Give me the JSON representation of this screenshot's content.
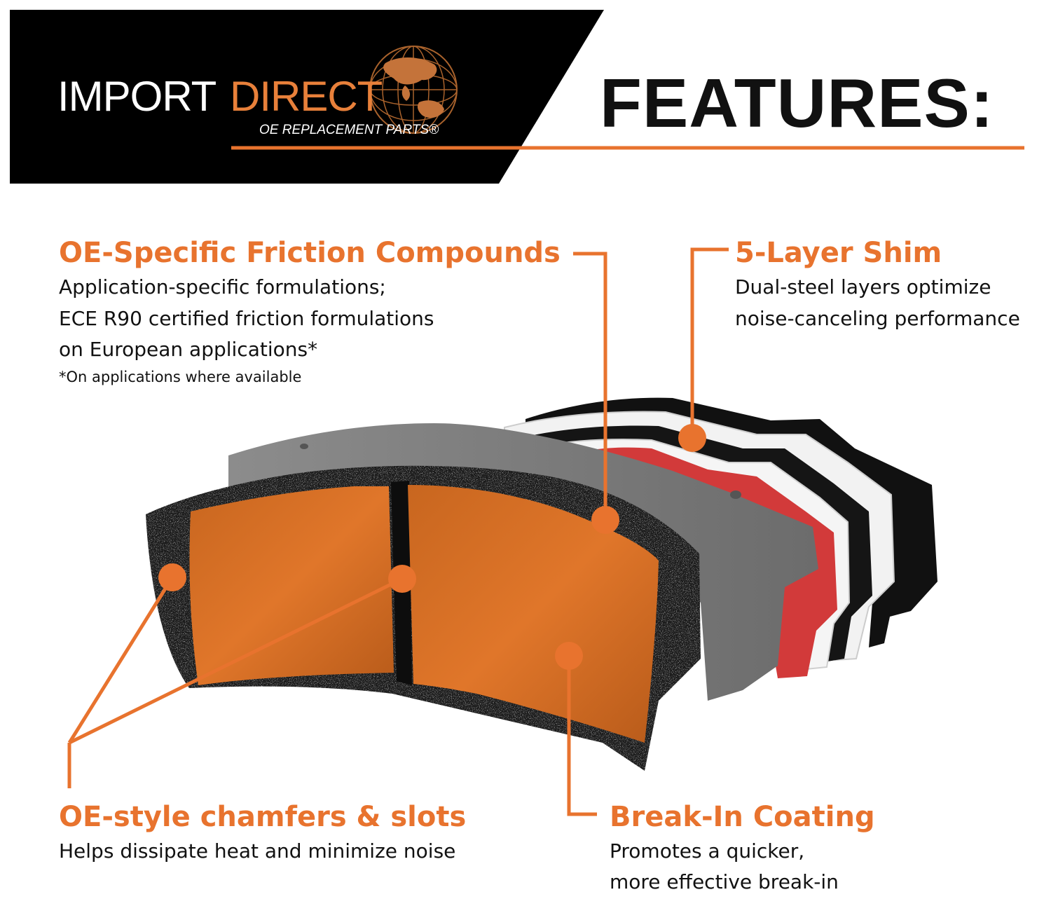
{
  "brand": {
    "name_part1": "IMPORT",
    "name_part2": "DIRECT",
    "tagline": "OE REPLACEMENT PARTS®",
    "accent_color": "#e8732e",
    "logo_icon": "globe-icon"
  },
  "header": {
    "title": "FEATURES:"
  },
  "features": {
    "friction": {
      "title": "OE-Specific Friction Compounds",
      "line1": "Application-specific formulations;",
      "line2": "ECE R90 certified friction formulations",
      "line3": "on European applications*",
      "footnote": "*On applications where available"
    },
    "shim": {
      "title": "5-Layer Shim",
      "line1": "Dual-steel layers optimize",
      "line2": "noise-canceling performance"
    },
    "chamfers": {
      "title": "OE-style chamfers & slots",
      "line1": "Helps dissipate heat and minimize noise"
    },
    "coating": {
      "title": "Break-In Coating",
      "line1": "Promotes a quicker,",
      "line2": "more effective break-in"
    }
  }
}
